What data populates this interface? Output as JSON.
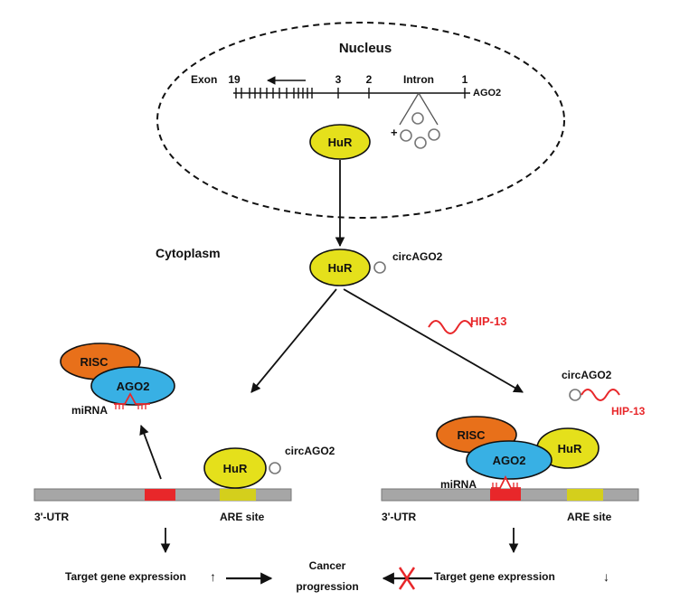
{
  "compartments": {
    "nucleus": "Nucleus",
    "cytoplasm": "Cytoplasm"
  },
  "gene": {
    "exon_label": "Exon",
    "exon_number_19": "19",
    "exon_number_3": "3",
    "exon_number_2": "2",
    "exon_number_1": "1",
    "intron_label": "Intron",
    "gene_name": "AGO2"
  },
  "proteins": {
    "hur": "HuR",
    "risc": "RISC",
    "ago2": "AGO2"
  },
  "labels": {
    "plus": "+",
    "circ_ago2": "circAGO2",
    "hip13": "HIP-13",
    "mirna": "miRNA",
    "utr": "3'-UTR",
    "are_site": "ARE site",
    "target_up": "Target gene expression",
    "target_down": "Target gene expression",
    "up_arrow": "↑",
    "down_arrow": "↓",
    "cancer_line1": "Cancer",
    "cancer_line2": "progression"
  },
  "colors": {
    "hur_fill": "#e5e01b",
    "risc_fill": "#e8701a",
    "ago2_fill": "#38b0e4",
    "utr_gray": "#a6a6a6",
    "mirna_red": "#e8272a",
    "are_yellow": "#d4cf1c",
    "hip13_red": "#e8272a"
  }
}
